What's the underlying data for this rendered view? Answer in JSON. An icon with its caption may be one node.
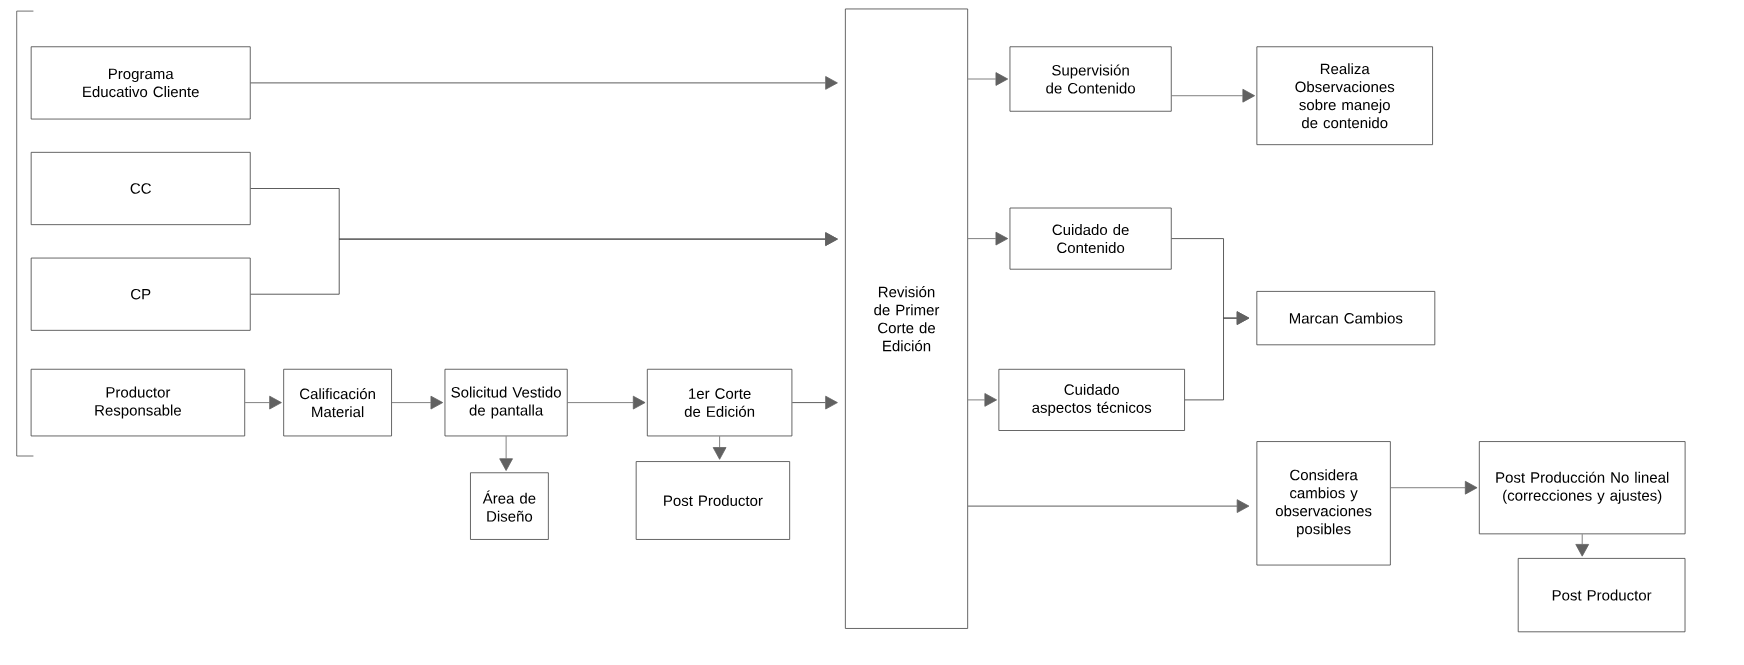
{
  "diagram": {
    "nodes": [
      {
        "text": [
          "Programa Educativo Cliente"
        ]
      },
      {
        "text": [
          "CC"
        ]
      },
      {
        "text": [
          "CP"
        ]
      },
      {
        "text": [
          "Productor Responsable"
        ]
      },
      {
        "text": [
          "Calificación Material"
        ]
      },
      {
        "text": [
          "Solicitud Vestido de pantalla"
        ]
      },
      {
        "text": [
          "1er Corte de Edición"
        ]
      },
      {
        "text": [
          "Área de Diseño"
        ]
      },
      {
        "text": [
          "Post Productor"
        ]
      },
      {
        "text": [
          "Revisión de Primer Corte de Edición"
        ]
      },
      {
        "text": [
          "Supervisión de Contenido"
        ]
      },
      {
        "text": [
          "Realiza Observaciones sobre manejo de contenido"
        ]
      },
      {
        "text": [
          "Cuidado de Contenido"
        ]
      },
      {
        "text": [
          "Cuidado aspectos técnicos"
        ]
      },
      {
        "text": [
          "Marcan Cambios"
        ]
      },
      {
        "text": [
          "Considera cambios y observaciones posibles"
        ]
      },
      {
        "text": [
          "Post Producción No lineal (correcciones y ajustes)"
        ]
      },
      {
        "text": [
          "Post Productor"
        ]
      }
    ],
    "edges": [
      {
        "from": 0,
        "to": 9,
        "arrow": "to"
      },
      {
        "from": 1,
        "to": 9,
        "arrow": "to"
      },
      {
        "from": 2,
        "to": 9,
        "arrow": "to"
      },
      {
        "from": 3,
        "to": 4,
        "arrow": "to"
      },
      {
        "from": 4,
        "to": 5,
        "arrow": "to"
      },
      {
        "from": 5,
        "to": 6,
        "arrow": "to"
      },
      {
        "from": 6,
        "to": 9,
        "arrow": "to"
      },
      {
        "from": 5,
        "to": 7,
        "arrow": "to"
      },
      {
        "from": 6,
        "to": 8,
        "arrow": "to"
      },
      {
        "from": 9,
        "to": 10,
        "arrow": "to"
      },
      {
        "from": 10,
        "to": 11,
        "arrow": "to"
      },
      {
        "from": 9,
        "to": 12,
        "arrow": "to"
      },
      {
        "from": 9,
        "to": 13,
        "arrow": "to"
      },
      {
        "from": 12,
        "to": 14,
        "arrow": "to"
      },
      {
        "from": 13,
        "to": 14,
        "arrow": "to"
      },
      {
        "from": 9,
        "to": 15,
        "arrow": "to"
      },
      {
        "from": 15,
        "to": 16,
        "arrow": "to"
      },
      {
        "from": 16,
        "to": 17,
        "arrow": "to"
      }
    ]
  }
}
